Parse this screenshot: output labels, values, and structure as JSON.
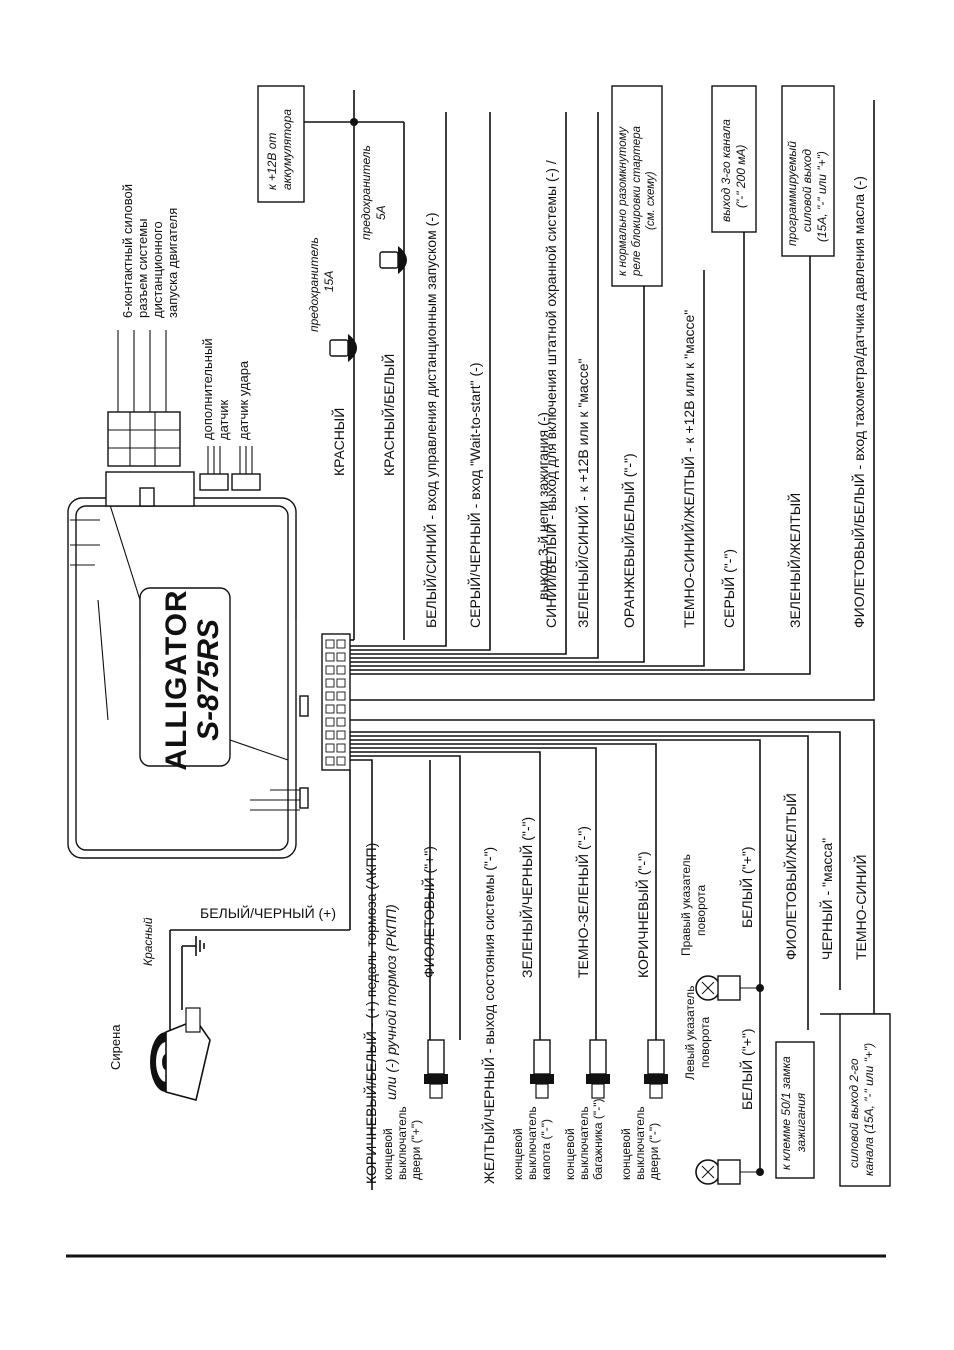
{
  "brand": {
    "logo_text": "ALLIGATOR",
    "model": "S-875RS"
  },
  "siren": {
    "label": "Сирена",
    "wire_color": "Красный"
  },
  "left_wires": {
    "white_black": "БЕЛЫЙ/ЧЕРНЫЙ (+)",
    "brown_white_1": "КОРИЧНЕВЫЙ/БЕЛЫЙ - (+) педаль тормоза (АКПП)",
    "brown_white_2": "или (-) ручной тормоз (РКПП)",
    "violet": "ФИОЛЕТОВЫЙ (\"+\")",
    "yellow_black": "ЖЕЛТЫЙ/ЧЕРНЫЙ - выход состояния системы  (\"-\")",
    "green_black": "ЗЕЛЕНЫЙ/ЧЕРНЫЙ (\"-\")",
    "dark_green": "ТЕМНО-ЗЕЛЕНЫЙ (\"-\")",
    "brown": "КОРИЧНЕВЫЙ (\"-\")",
    "white_left": "БЕЛЫЙ (\"+\")",
    "white_right": "БЕЛЫЙ (\"+\")",
    "violet_yellow": "ФИОЛЕТОВЫЙ/ЖЕЛТЫЙ",
    "black_ground": "ЧЕРНЫЙ - \"масса\"",
    "dark_blue": "ТЕМНО-СИНИЙ"
  },
  "switches": {
    "door_plus": [
      "концевой",
      "выключатель",
      "двери (\"+\")"
    ],
    "hood": [
      "концевой",
      "выключатель",
      "капота (\"-\")"
    ],
    "trunk": [
      "концевой",
      "выключатель",
      "багажника (\"-\")"
    ],
    "door_minus": [
      "концевой",
      "выключатель",
      "двери (\"-\")"
    ]
  },
  "turn_signals": {
    "left": [
      "Левый указатель",
      "поворота"
    ],
    "right": [
      "Правый указатель",
      "поворота"
    ]
  },
  "boxes": {
    "ignition": [
      "к клемме 50/1 замка",
      "зажигания"
    ],
    "channel2": [
      "силовой выход 2-го",
      "канала (15А, \"-\" или \"+\")"
    ],
    "battery": [
      "к +12В от",
      "аккумулятора"
    ],
    "starter_relay": [
      "к нормально разомкнутому",
      "реле блокировки стартера",
      "(см. схему)"
    ],
    "channel3": [
      "выход 3-го канала",
      "(\"-\" 200 мА)"
    ],
    "programmable": [
      "программируемый",
      "силовой выход",
      "(15А, \"-\" или \"+\")"
    ]
  },
  "connectors": {
    "six_pin": [
      "6-контактный силовой",
      "разъем системы",
      "дистанционного",
      "запуска двигателя"
    ],
    "extra_sensor": [
      "дополнительный",
      "датчик"
    ],
    "shock_sensor": "датчик удара"
  },
  "fuses": {
    "f15": [
      "предохранитель",
      "15А"
    ],
    "f5": [
      "предохранитель",
      "5А"
    ]
  },
  "right_wires": {
    "red": "КРАСНЫЙ",
    "red_white": "КРАСНЫЙ/БЕЛЫЙ",
    "white_blue": "БЕЛЫЙ/СИНИЙ - вход управления дистанционным запуском (-)",
    "gray_black": "СЕРЫЙ/ЧЕРНЫЙ - вход \"Wait-to-start\" (-)",
    "blue_white_1": "СИНИЙ/БЕЛЫЙ - выход для включения штатной охранной системы (-) /",
    "blue_white_2": "выход 3-й цепи зажигания (-)",
    "green_blue": "ЗЕЛЕНЫЙ/СИНИЙ - к +12В или к \"массе\"",
    "orange_white": "ОРАНЖЕВЫЙ/БЕЛЫЙ (\"-\")",
    "darkblue_yellow": "ТЕМНО-СИНИЙ/ЖЕЛТЫЙ - к +12В или к \"массе\"",
    "gray": "СЕРЫЙ  (\"-\")",
    "green_yellow": "ЗЕЛЕНЫЙ/ЖЕЛТЫЙ",
    "violet_white": "ФИОЛЕТОВЫЙ/БЕЛЫЙ - вход тахометра/датчика давления масла (-)"
  }
}
